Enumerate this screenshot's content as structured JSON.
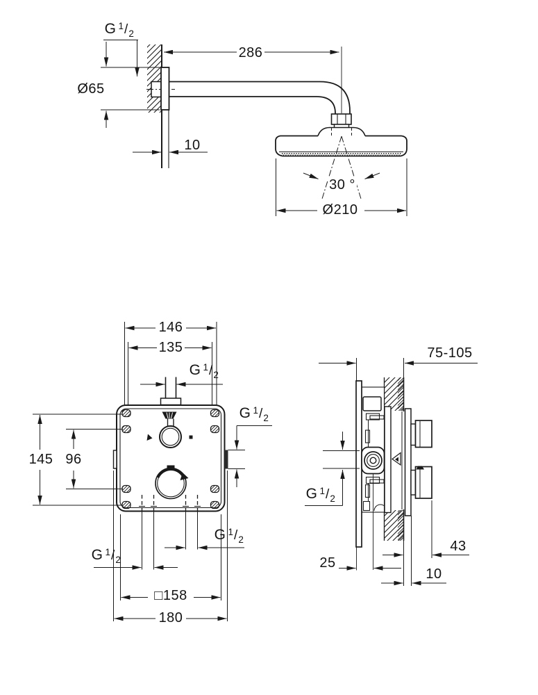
{
  "meta": {
    "drawing_type": "shower-system-installation-dimensional-drawing",
    "background_color": "#ffffff",
    "line_color": "#1a1a1a"
  },
  "g_half": {
    "prefix": "G",
    "num": "1",
    "sep": "/",
    "den": "2"
  },
  "top_view": {
    "name": "head-shower-with-arm-elevation",
    "dims": {
      "arm_length": "286",
      "flange_diameter": "Ø65",
      "flange_offset": "10",
      "spray_angle": "30 °",
      "head_diameter": "Ø210"
    }
  },
  "front_view": {
    "name": "concealed-valve-front-view",
    "dims": {
      "hole_width_outer": "146",
      "hole_width_inner": "135",
      "hole_height_outer": "145",
      "hole_height_inner": "96",
      "rough_in_square": "□158",
      "overall_width": "180"
    }
  },
  "side_view": {
    "name": "concealed-valve-side-section",
    "dims": {
      "install_depth_range": "75-105",
      "body_front_depth": "25",
      "handle_projection": "43",
      "finish_layer": "10"
    }
  }
}
